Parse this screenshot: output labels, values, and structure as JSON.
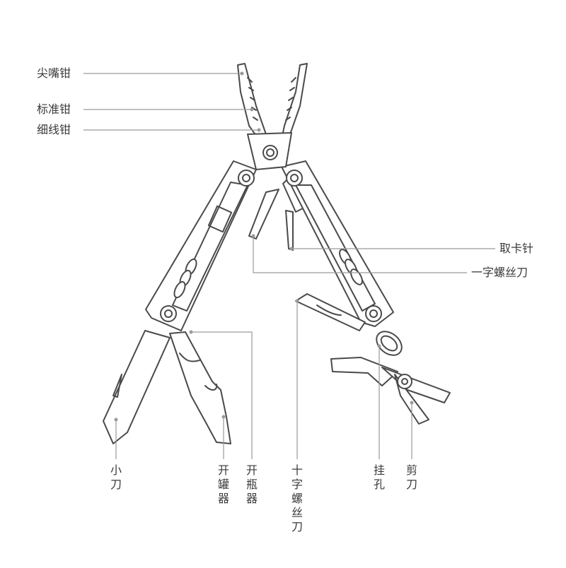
{
  "labels": {
    "needle_nose_pliers": "尖嘴钳",
    "standard_pliers": "标准钳",
    "wire_pliers": "细线钳",
    "sim_pin": "取卡针",
    "flat_screwdriver": "一字螺丝刀",
    "small_knife": "小刀",
    "can_opener": "开罐器",
    "bottle_opener": "开瓶器",
    "phillips_screwdriver": "十字螺丝刀",
    "hanging_hole": "挂孔",
    "scissors": "剪刀"
  },
  "colors": {
    "line": "#9a9a9a",
    "tool_stroke": "#4a4a4a",
    "tool_fill": "#ffffff",
    "text": "#3a3a3a"
  }
}
